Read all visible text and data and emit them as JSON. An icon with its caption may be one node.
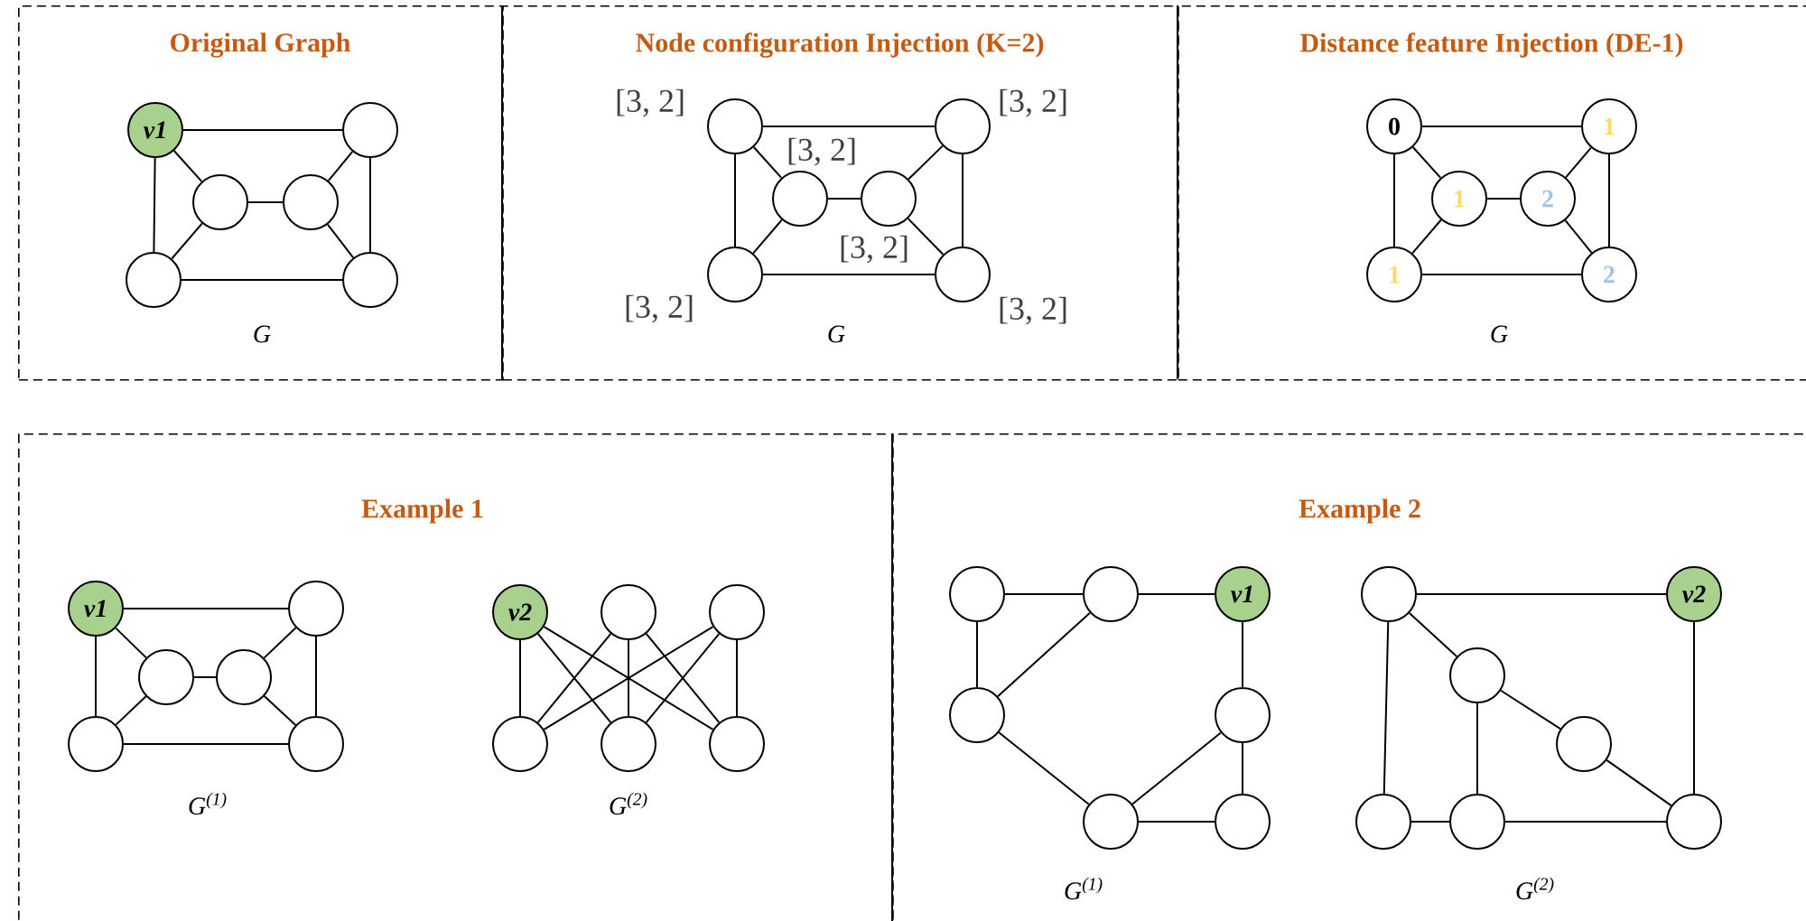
{
  "diagram": {
    "nodes": [
      {
        "text": [
          "Original Graph",
          "G"
        ]
      },
      {
        "text": [
          "v1"
        ],
        "in": 0
      },
      {
        "text": [],
        "shape": "circle",
        "in": 0
      },
      {
        "text": [],
        "shape": "circle",
        "in": 0
      },
      {
        "text": [],
        "shape": "circle",
        "in": 0
      },
      {
        "text": [],
        "shape": "circle",
        "in": 0
      },
      {
        "text": [],
        "shape": "circle",
        "in": 0
      },
      {
        "text": [
          "Node configuration Injection (K=2)",
          "G"
        ]
      },
      {
        "text": [],
        "shape": "circle",
        "in": 7,
        "beside": [
          "[3, 2]"
        ]
      },
      {
        "text": [],
        "shape": "circle",
        "in": 7,
        "beside": [
          "[3, 2]"
        ]
      },
      {
        "text": [],
        "shape": "circle",
        "in": 7,
        "beside": [
          "[3, 2]"
        ]
      },
      {
        "text": [],
        "shape": "circle",
        "in": 7,
        "beside": [
          "[3, 2]"
        ]
      },
      {
        "text": [],
        "shape": "circle",
        "in": 7,
        "beside": [
          "[3, 2]"
        ]
      },
      {
        "text": [],
        "shape": "circle",
        "in": 7,
        "beside": [
          "[3, 2]"
        ]
      },
      {
        "text": [
          "Distance feature Injection (DE-1)",
          "G"
        ]
      },
      {
        "text": [
          "0"
        ],
        "in": 14
      },
      {
        "text": [
          "1"
        ],
        "in": 14
      },
      {
        "text": [
          "1"
        ],
        "in": 14
      },
      {
        "text": [
          "2"
        ],
        "in": 14
      },
      {
        "text": [
          "1"
        ],
        "in": 14
      },
      {
        "text": [
          "2"
        ],
        "in": 14
      },
      {
        "text": [
          "Example 1",
          "G$^{(1)}$",
          "G$^{(2)}$"
        ]
      },
      {
        "text": [
          "v1"
        ],
        "in": 21
      },
      {
        "text": [],
        "shape": "circle",
        "in": 21
      },
      {
        "text": [],
        "shape": "circle",
        "in": 21
      },
      {
        "text": [],
        "shape": "circle",
        "in": 21
      },
      {
        "text": [],
        "shape": "circle",
        "in": 21
      },
      {
        "text": [],
        "shape": "circle",
        "in": 21
      },
      {
        "text": [
          "v2"
        ],
        "in": 21
      },
      {
        "text": [],
        "shape": "circle",
        "in": 21
      },
      {
        "text": [],
        "shape": "circle",
        "in": 21
      },
      {
        "text": [],
        "shape": "circle",
        "in": 21
      },
      {
        "text": [],
        "shape": "circle",
        "in": 21
      },
      {
        "text": [],
        "shape": "circle",
        "in": 21
      },
      {
        "text": [
          "Example 2",
          "G$^{(1)}$",
          "G$^{(2)}$"
        ]
      },
      {
        "text": [],
        "shape": "circle",
        "in": 34
      },
      {
        "text": [],
        "shape": "circle",
        "in": 34
      },
      {
        "text": [
          "v1"
        ],
        "in": 34
      },
      {
        "text": [],
        "shape": "circle",
        "in": 34
      },
      {
        "text": [],
        "shape": "circle",
        "in": 34
      },
      {
        "text": [],
        "shape": "circle",
        "in": 34
      },
      {
        "text": [],
        "shape": "circle",
        "in": 34
      },
      {
        "text": [],
        "shape": "circle",
        "in": 34
      },
      {
        "text": [
          "v2"
        ],
        "in": 34
      },
      {
        "text": [],
        "shape": "circle",
        "in": 34
      },
      {
        "text": [],
        "shape": "circle",
        "in": 34
      },
      {
        "text": [],
        "shape": "circle",
        "in": 34
      },
      {
        "text": [],
        "shape": "circle",
        "in": 34
      },
      {
        "text": [],
        "shape": "circle",
        "in": 34
      }
    ],
    "edges": [
      {
        "from": 1,
        "to": 2,
        "arrow": "none"
      },
      {
        "from": 1,
        "to": 3,
        "arrow": "none"
      },
      {
        "from": 1,
        "to": 5,
        "arrow": "none"
      },
      {
        "from": 3,
        "to": 4,
        "arrow": "none"
      },
      {
        "from": 3,
        "to": 5,
        "arrow": "none"
      },
      {
        "from": 4,
        "to": 2,
        "arrow": "none"
      },
      {
        "from": 4,
        "to": 6,
        "arrow": "none"
      },
      {
        "from": 2,
        "to": 6,
        "arrow": "none"
      },
      {
        "from": 5,
        "to": 6,
        "arrow": "none"
      },
      {
        "from": 8,
        "to": 9,
        "arrow": "none"
      },
      {
        "from": 8,
        "to": 10,
        "arrow": "none"
      },
      {
        "from": 8,
        "to": 12,
        "arrow": "none"
      },
      {
        "from": 10,
        "to": 11,
        "arrow": "none"
      },
      {
        "from": 10,
        "to": 12,
        "arrow": "none"
      },
      {
        "from": 11,
        "to": 9,
        "arrow": "none"
      },
      {
        "from": 11,
        "to": 13,
        "arrow": "none"
      },
      {
        "from": 9,
        "to": 13,
        "arrow": "none"
      },
      {
        "from": 12,
        "to": 13,
        "arrow": "none"
      },
      {
        "from": 15,
        "to": 16,
        "arrow": "none"
      },
      {
        "from": 15,
        "to": 17,
        "arrow": "none"
      },
      {
        "from": 15,
        "to": 19,
        "arrow": "none"
      },
      {
        "from": 17,
        "to": 18,
        "arrow": "none"
      },
      {
        "from": 17,
        "to": 19,
        "arrow": "none"
      },
      {
        "from": 18,
        "to": 16,
        "arrow": "none"
      },
      {
        "from": 18,
        "to": 20,
        "arrow": "none"
      },
      {
        "from": 16,
        "to": 20,
        "arrow": "none"
      },
      {
        "from": 19,
        "to": 20,
        "arrow": "none"
      },
      {
        "from": 22,
        "to": 23,
        "arrow": "none"
      },
      {
        "from": 22,
        "to": 24,
        "arrow": "none"
      },
      {
        "from": 22,
        "to": 26,
        "arrow": "none"
      },
      {
        "from": 24,
        "to": 25,
        "arrow": "none"
      },
      {
        "from": 24,
        "to": 26,
        "arrow": "none"
      },
      {
        "from": 25,
        "to": 23,
        "arrow": "none"
      },
      {
        "from": 25,
        "to": 27,
        "arrow": "none"
      },
      {
        "from": 23,
        "to": 27,
        "arrow": "none"
      },
      {
        "from": 26,
        "to": 27,
        "arrow": "none"
      },
      {
        "from": 28,
        "to": 31,
        "arrow": "none"
      },
      {
        "from": 28,
        "to": 32,
        "arrow": "none"
      },
      {
        "from": 28,
        "to": 33,
        "arrow": "none"
      },
      {
        "from": 29,
        "to": 31,
        "arrow": "none"
      },
      {
        "from": 29,
        "to": 32,
        "arrow": "none"
      },
      {
        "from": 29,
        "to": 33,
        "arrow": "none"
      },
      {
        "from": 30,
        "to": 31,
        "arrow": "none"
      },
      {
        "from": 30,
        "to": 32,
        "arrow": "none"
      },
      {
        "from": 30,
        "to": 33,
        "arrow": "none"
      },
      {
        "from": 35,
        "to": 36,
        "arrow": "none"
      },
      {
        "from": 36,
        "to": 37,
        "arrow": "none"
      },
      {
        "from": 35,
        "to": 38,
        "arrow": "none"
      },
      {
        "from": 38,
        "to": 36,
        "arrow": "none"
      },
      {
        "from": 37,
        "to": 39,
        "arrow": "none"
      },
      {
        "from": 38,
        "to": 40,
        "arrow": "none"
      },
      {
        "from": 40,
        "to": 39,
        "arrow": "none"
      },
      {
        "from": 39,
        "to": 41,
        "arrow": "none"
      },
      {
        "from": 40,
        "to": 41,
        "arrow": "none"
      },
      {
        "from": 42,
        "to": 43,
        "arrow": "none"
      },
      {
        "from": 42,
        "to": 44,
        "arrow": "none"
      },
      {
        "from": 42,
        "to": 46,
        "arrow": "none"
      },
      {
        "from": 44,
        "to": 45,
        "arrow": "none"
      },
      {
        "from": 44,
        "to": 47,
        "arrow": "none"
      },
      {
        "from": 45,
        "to": 48,
        "arrow": "none"
      },
      {
        "from": 43,
        "to": 48,
        "arrow": "none"
      },
      {
        "from": 46,
        "to": 47,
        "arrow": "none"
      },
      {
        "from": 47,
        "to": 48,
        "arrow": "none"
      }
    ]
  }
}
